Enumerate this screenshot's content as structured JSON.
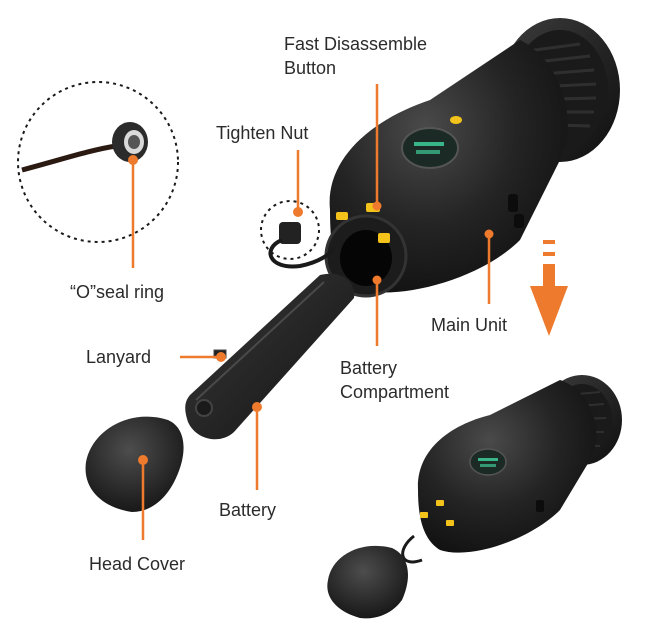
{
  "labels": {
    "fast_disassemble_line1": "Fast Disassemble",
    "fast_disassemble_line2": "Button",
    "tighten_nut": "Tighten Nut",
    "o_seal_ring": "“O”seal ring",
    "main_unit": "Main Unit",
    "lanyard": "Lanyard",
    "battery_compartment_line1": "Battery",
    "battery_compartment_line2": "Compartment",
    "battery": "Battery",
    "head_cover": "Head Cover"
  },
  "colors": {
    "accent": "#ee7a2d",
    "body": "#232323",
    "indicator": "#f3c21b",
    "display": "#39b58a"
  }
}
